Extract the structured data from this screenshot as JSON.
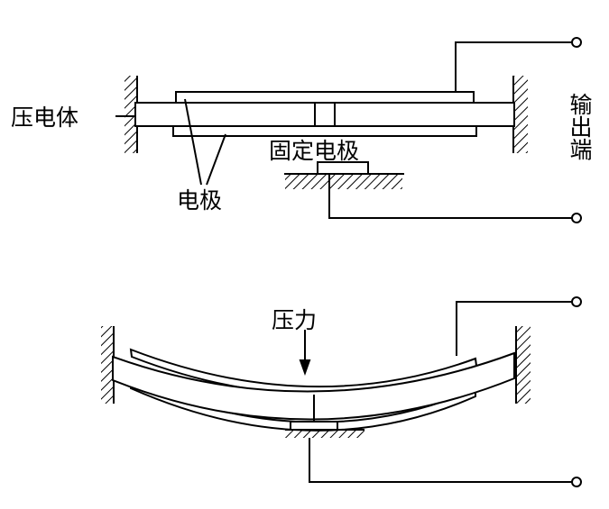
{
  "figure": {
    "top": {
      "piezo_label": "压电体",
      "electrode_label": "电极",
      "fixed_electrode_label": "固定电极",
      "output_label": "输出端"
    },
    "bottom": {
      "pressure_label": "压力"
    }
  }
}
